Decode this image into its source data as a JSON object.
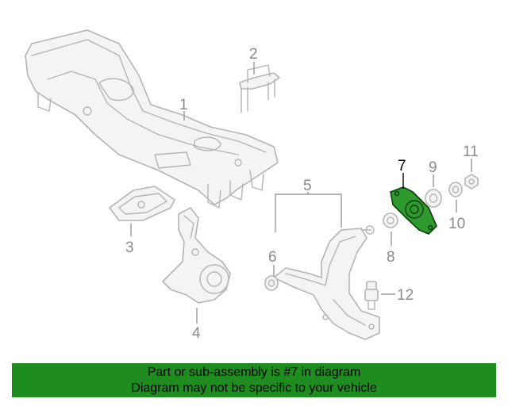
{
  "callouts": [
    {
      "id": "1",
      "label": "1"
    },
    {
      "id": "2",
      "label": "2"
    },
    {
      "id": "3",
      "label": "3"
    },
    {
      "id": "4",
      "label": "4"
    },
    {
      "id": "5",
      "label": "5"
    },
    {
      "id": "6",
      "label": "6"
    },
    {
      "id": "7",
      "label": "7"
    },
    {
      "id": "8",
      "label": "8"
    },
    {
      "id": "9",
      "label": "9"
    },
    {
      "id": "10",
      "label": "10"
    },
    {
      "id": "11",
      "label": "11"
    },
    {
      "id": "12",
      "label": "12"
    }
  ],
  "highlighted_part": "7",
  "colors": {
    "highlight_fill": "#2e9a2e",
    "banner_bg": "#1f8c1f",
    "part_stroke": "#b4b4b4",
    "label_gray": "#8a8a8a"
  },
  "banner": {
    "line1": "Part or sub-assembly is #7 in diagram",
    "line2": "Diagram may not be specific to your vehicle"
  }
}
